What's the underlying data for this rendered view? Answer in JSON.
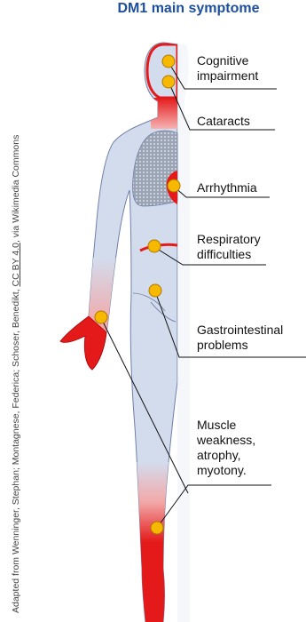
{
  "title": "DM1 main symptome",
  "credit": {
    "prefix": "Adapted from Wenninger, Stephan; Montagnese, Federica; Schoser, Benedikt, ",
    "license": "CC BY 4.0",
    "suffix": ", via Wikimedia Commons"
  },
  "labels": {
    "cognitive": [
      "Cognitive",
      "impairment"
    ],
    "cataracts": [
      "Cataracts"
    ],
    "arrhythmia": [
      "Arrhythmia"
    ],
    "respiratory": [
      "Respiratory",
      "difficulties"
    ],
    "gastro": [
      "Gastrointestinal",
      "problems"
    ],
    "muscle": [
      "Muscle",
      "weakness,",
      "atrophy,",
      "myotony."
    ]
  },
  "colors": {
    "title": "#1d4f9c",
    "body": "#d3dced",
    "outline": "#6f7fa8",
    "affected": "#e41a1a",
    "marker": "#f6b800",
    "lung": "#8f98a8"
  }
}
